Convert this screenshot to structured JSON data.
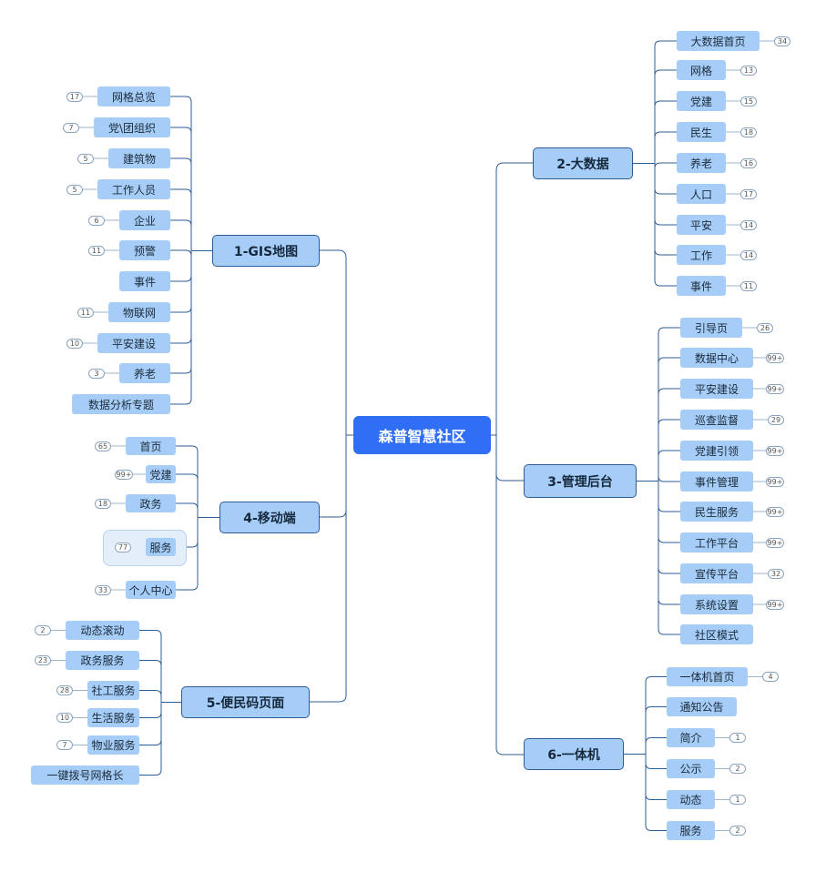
{
  "root": "森普智慧社区",
  "colors": {
    "root": "#2f6ef5",
    "node": "#a6cdf7",
    "line": "#2d5e96",
    "group": "#e4eef9"
  },
  "branches": [
    {
      "label": "1-GIS地图",
      "items": [
        {
          "label": "网格总览",
          "badge": "17"
        },
        {
          "label": "党\\团组织",
          "badge": "7"
        },
        {
          "label": "建筑物",
          "badge": "5"
        },
        {
          "label": "工作人员",
          "badge": "5"
        },
        {
          "label": "企业",
          "badge": "6"
        },
        {
          "label": "预警",
          "badge": "11"
        },
        {
          "label": "事件",
          "badge": ""
        },
        {
          "label": "物联网",
          "badge": "11"
        },
        {
          "label": "平安建设",
          "badge": "10"
        },
        {
          "label": "养老",
          "badge": "3"
        },
        {
          "label": "数据分析专题",
          "badge": ""
        }
      ]
    },
    {
      "label": "2-大数据",
      "items": [
        {
          "label": "大数据首页",
          "badge": "34"
        },
        {
          "label": "网格",
          "badge": "13"
        },
        {
          "label": "党建",
          "badge": "15"
        },
        {
          "label": "民生",
          "badge": "18"
        },
        {
          "label": "养老",
          "badge": "16"
        },
        {
          "label": "人口",
          "badge": "17"
        },
        {
          "label": "平安",
          "badge": "14"
        },
        {
          "label": "工作",
          "badge": "14"
        },
        {
          "label": "事件",
          "badge": "11"
        }
      ]
    },
    {
      "label": "3-管理后台",
      "items": [
        {
          "label": "引导页",
          "badge": "26"
        },
        {
          "label": "数据中心",
          "badge": "99+"
        },
        {
          "label": "平安建设",
          "badge": "99+"
        },
        {
          "label": "巡查监督",
          "badge": "29"
        },
        {
          "label": "党建引领",
          "badge": "99+"
        },
        {
          "label": "事件管理",
          "badge": "99+"
        },
        {
          "label": "民生服务",
          "badge": "99+"
        },
        {
          "label": "工作平台",
          "badge": "99+"
        },
        {
          "label": "宣传平台",
          "badge": "32"
        },
        {
          "label": "系统设置",
          "badge": "99+"
        },
        {
          "label": "社区模式",
          "badge": ""
        }
      ]
    },
    {
      "label": "4-移动端",
      "items": [
        {
          "label": "首页",
          "badge": "65"
        },
        {
          "label": "党建",
          "badge": "99+"
        },
        {
          "label": "政务",
          "badge": "18"
        },
        {
          "label": "服务",
          "badge": "77"
        },
        {
          "label": "个人中心",
          "badge": "33"
        }
      ]
    },
    {
      "label": "5-便民码页面",
      "items": [
        {
          "label": "动态滚动",
          "badge": "2"
        },
        {
          "label": "政务服务",
          "badge": "23"
        },
        {
          "label": "社工服务",
          "badge": "28"
        },
        {
          "label": "生活服务",
          "badge": "10"
        },
        {
          "label": "物业服务",
          "badge": "7"
        },
        {
          "label": "一键拨号网格长",
          "badge": ""
        }
      ]
    },
    {
      "label": "6-一体机",
      "items": [
        {
          "label": "一体机首页",
          "badge": "4"
        },
        {
          "label": "通知公告",
          "badge": ""
        },
        {
          "label": "简介",
          "badge": "1"
        },
        {
          "label": "公示",
          "badge": "2"
        },
        {
          "label": "动态",
          "badge": "1"
        },
        {
          "label": "服务",
          "badge": "2"
        }
      ]
    }
  ]
}
